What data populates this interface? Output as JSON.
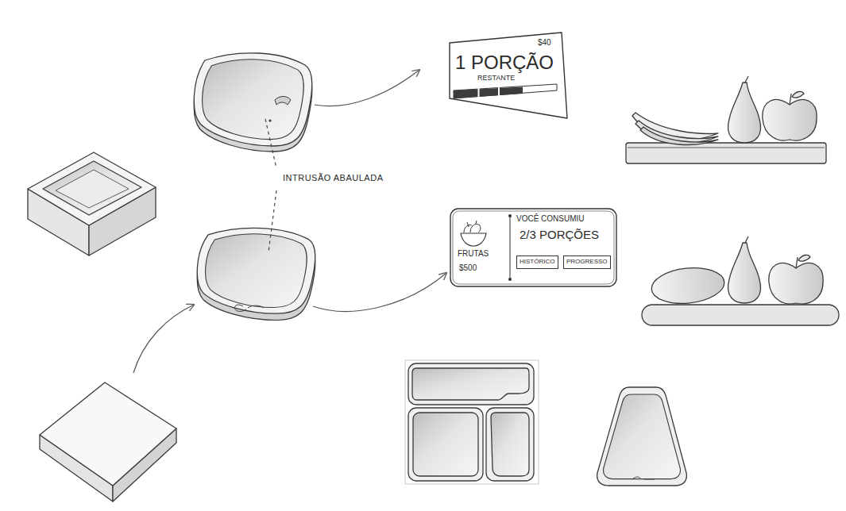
{
  "diagram": {
    "nodes": [
      {
        "text": [
          "$40",
          "1 PORÇÃO",
          "RESTANTE"
        ]
      },
      {
        "text": [
          "FRUTAS",
          "$500",
          "VOCÊ CONSUMIU",
          "2/3 PORÇÕES"
        ]
      },
      {
        "text": [
          "HISTÓRICO"
        ],
        "in": 1
      },
      {
        "text": [
          "PROGRESSO"
        ],
        "in": 1
      }
    ],
    "labels": [
      "INTRUSÃO ABAULADA"
    ]
  }
}
